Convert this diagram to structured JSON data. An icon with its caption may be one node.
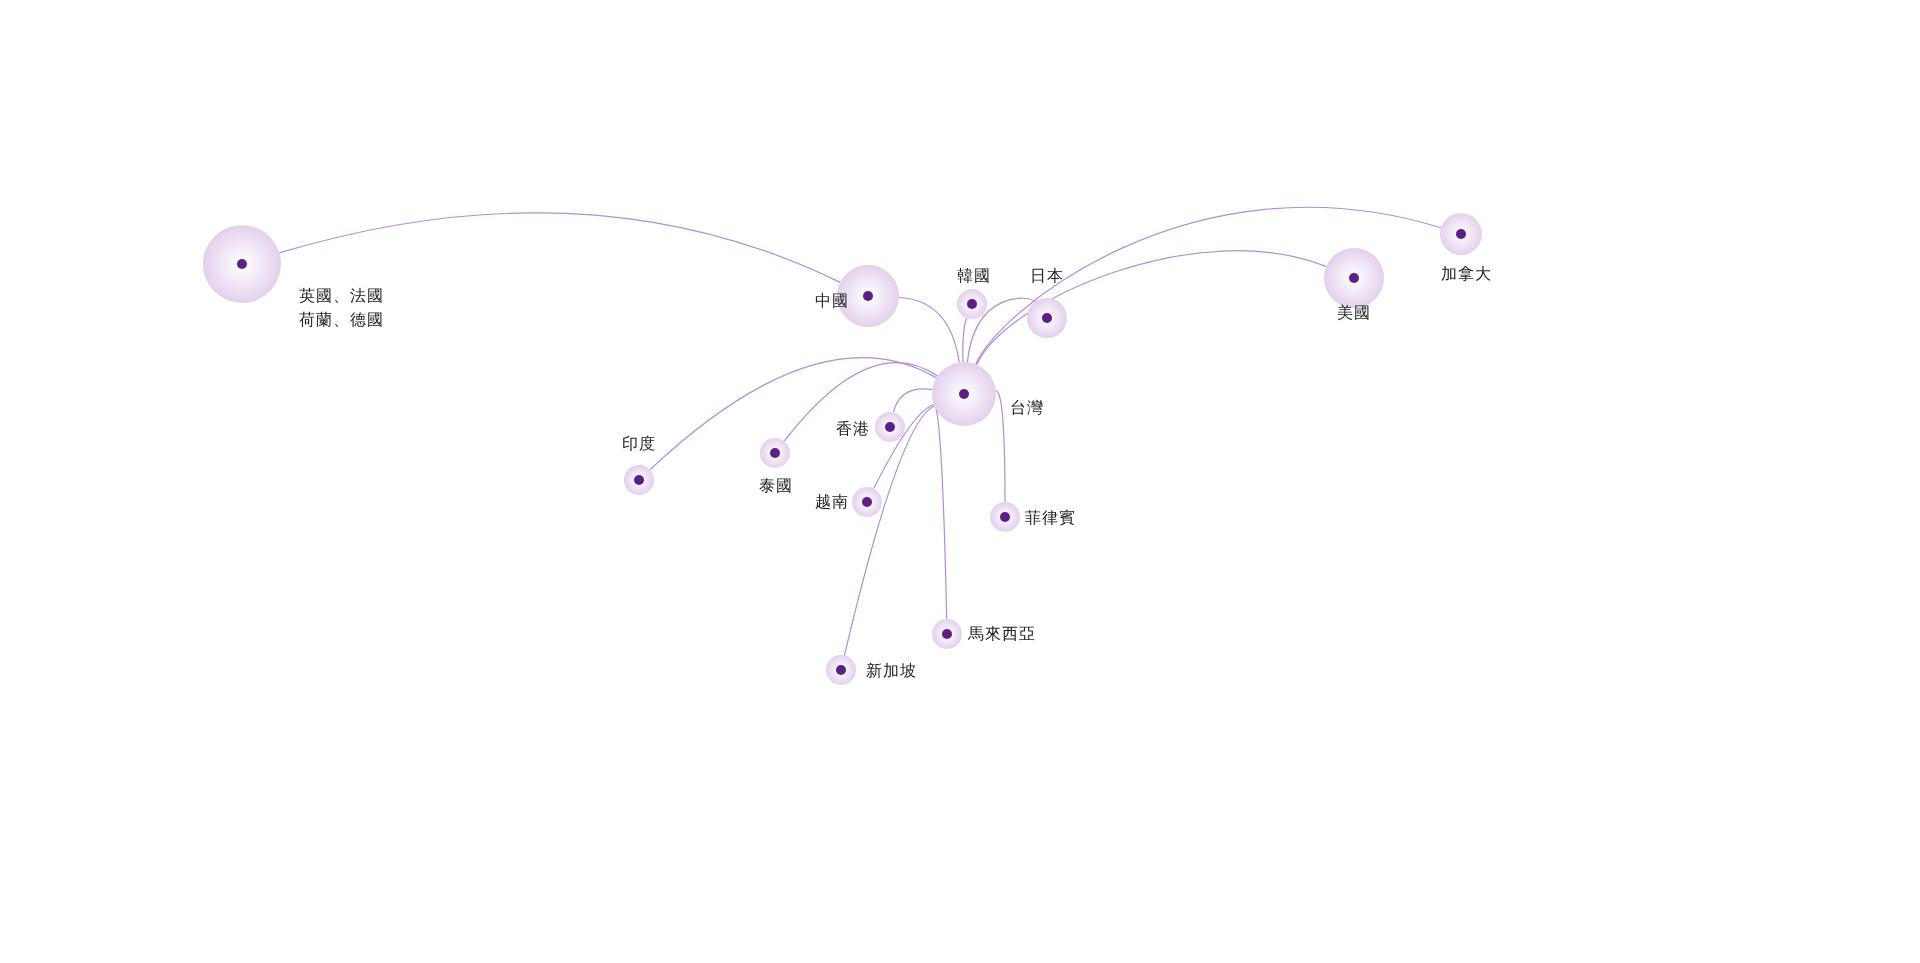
{
  "diagram": {
    "nodes": [
      {
        "text": [
          "加拿大"
        ]
      },
      {
        "text": [
          "英國、法國荷蘭、德國"
        ]
      },
      {
        "text": [
          "美國"
        ]
      },
      {
        "text": [
          "中國"
        ]
      },
      {
        "text": [
          "韓國"
        ]
      },
      {
        "text": [
          "日本"
        ]
      },
      {
        "text": [
          "台灣"
        ]
      },
      {
        "text": [
          "香港"
        ]
      },
      {
        "text": [
          "泰國"
        ]
      },
      {
        "text": [
          "印度"
        ]
      },
      {
        "text": [
          "越南"
        ]
      },
      {
        "text": [
          "菲律賓"
        ]
      },
      {
        "text": [
          "馬來西亞"
        ]
      },
      {
        "text": [
          "新加坡"
        ]
      }
    ],
    "edges": [
      {
        "from": 1,
        "to": 3,
        "arrow": "none"
      },
      {
        "from": 6,
        "to": 0,
        "arrow": "none"
      },
      {
        "from": 6,
        "to": 2,
        "arrow": "none"
      },
      {
        "from": 6,
        "to": 3,
        "arrow": "none"
      },
      {
        "from": 6,
        "to": 4,
        "arrow": "none"
      },
      {
        "from": 6,
        "to": 5,
        "arrow": "none"
      },
      {
        "from": 6,
        "to": 7,
        "arrow": "none"
      },
      {
        "from": 6,
        "to": 8,
        "arrow": "none"
      },
      {
        "from": 6,
        "to": 9,
        "arrow": "none"
      },
      {
        "from": 6,
        "to": 10,
        "arrow": "none"
      },
      {
        "from": 6,
        "to": 11,
        "arrow": "none"
      },
      {
        "from": 6,
        "to": 12,
        "arrow": "none"
      },
      {
        "from": 6,
        "to": 13,
        "arrow": "none"
      }
    ]
  }
}
